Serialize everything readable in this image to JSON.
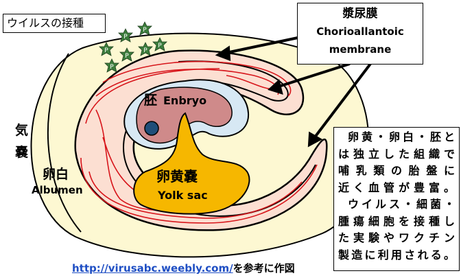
{
  "title_box": {
    "text": "ウイルスの接種"
  },
  "chorio_box": {
    "jp": "漿尿膜",
    "en1": "Chorioallantoic",
    "en2": "membrane"
  },
  "labels": {
    "air_sac_1": "気",
    "air_sac_2": "嚢",
    "albumen_jp": "卵白",
    "albumen_en": "Albumen",
    "embryo_jp": "胚",
    "embryo_en": "Enbryo",
    "yolk_jp": "卵黄嚢",
    "yolk_en": "Yolk sac"
  },
  "note_box": {
    "lines": [
      "卵黄・卵白・胚と",
      "は独立した組織で",
      "哺乳類の胎盤に",
      "近く血管が豊富。",
      "ウイルス・細菌・",
      "腫瘍細胞を接種し",
      "た実験やワクチン",
      "製造に利用される。"
    ]
  },
  "footer": {
    "url": "http://virusabc.weebly.com/",
    "text": "を参考に作図"
  },
  "colors": {
    "egg_fill": "#fdf8d2",
    "membrane_fill": "#fcdfd2",
    "vessel": "#d7141a",
    "amnion_fill": "#d7e8f4",
    "embryo_fill": "#cf8a8a",
    "eye_fill": "#1f4e79",
    "yolk_fill": "#f6b700",
    "virus_fill": "#3c7d3c",
    "link": "#1f4fc4"
  }
}
